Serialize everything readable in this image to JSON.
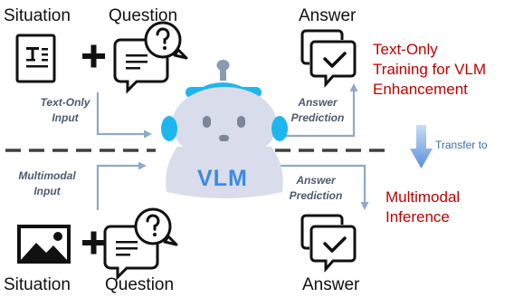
{
  "top": {
    "situation_label": "Situation",
    "question_label": "Question",
    "answer_label": "Answer",
    "input_label_line1": "Text-Only",
    "input_label_line2": "Input",
    "prediction_line1": "Answer",
    "prediction_line2": "Prediction",
    "training_line1": "Text-Only",
    "training_line2": "Training for VLM",
    "training_line3": "Enhancement",
    "situation_icon": "document-text-icon",
    "question_icon": "question-bubble-icon",
    "answer_icon": "chat-check-icon"
  },
  "middle": {
    "transfer_label": "Transfer to",
    "robot_label": "VLM",
    "robot_icon": "robot-icon"
  },
  "bottom": {
    "situation_label": "Situation",
    "question_label": "Question",
    "answer_label": "Answer",
    "input_label_line1": "Multimodal",
    "input_label_line2": "Input",
    "prediction_line1": "Answer",
    "prediction_line2": "Prediction",
    "inference_line1": "Multimodal",
    "inference_line2": "Inference",
    "situation_icon": "image-icon",
    "question_icon": "question-bubble-icon",
    "answer_icon": "chat-check-icon"
  },
  "colors": {
    "flow_arrow": "#8ea9c9",
    "transfer_arrow": "#6f9fe0",
    "robot_body": "#d9ddeb",
    "robot_accent": "#1fb6ee",
    "red_text": "#c00000",
    "divider": "#404040"
  }
}
